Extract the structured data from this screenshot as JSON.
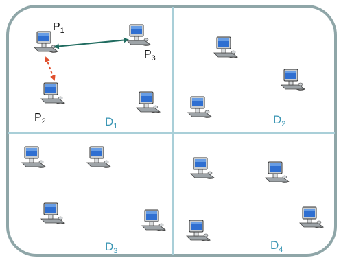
{
  "colors": {
    "frame": "#8fa6a8",
    "divider": "#a9cfd8",
    "domain_label": "#3b96b4",
    "solid_arrow": "#1f6b5f",
    "dashed_arrow": "#e0502e",
    "monitor": "#2f6fd1"
  },
  "peer_labels": [
    {
      "letter": "P",
      "sub": "1"
    },
    {
      "letter": "P",
      "sub": "2"
    },
    {
      "letter": "P",
      "sub": "3"
    }
  ],
  "domain_labels": [
    {
      "letter": "D",
      "sub": "1"
    },
    {
      "letter": "D",
      "sub": "2"
    },
    {
      "letter": "D",
      "sub": "3"
    },
    {
      "letter": "D",
      "sub": "4"
    }
  ],
  "icon_name": "computer-icon"
}
